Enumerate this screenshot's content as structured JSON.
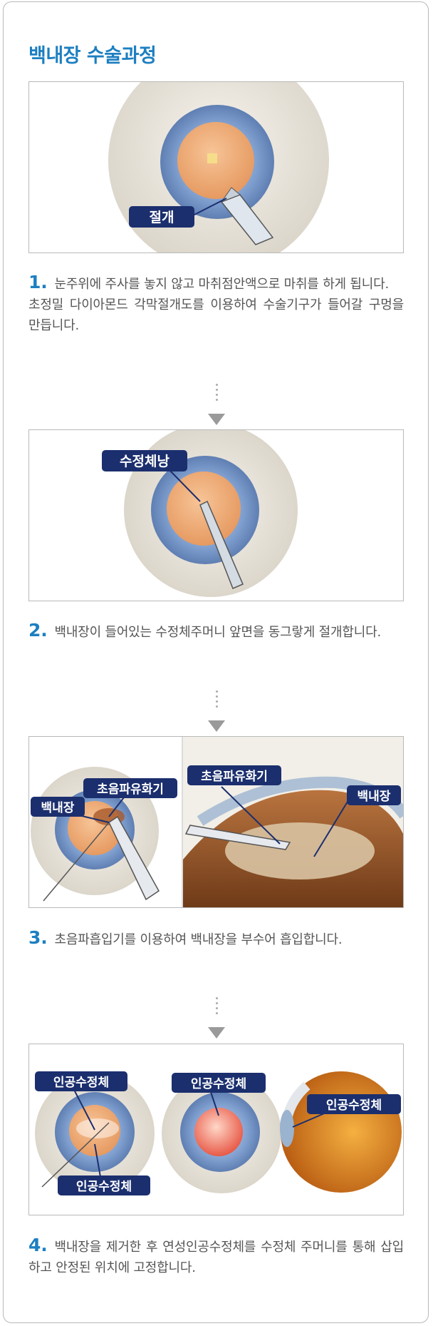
{
  "page": {
    "title": "백내장 수술과정"
  },
  "steps": [
    {
      "num": "1.",
      "text_line1": "눈주위에 주사를 놓지 않고 마취점안액으로 마취를 하게 됩니다.",
      "text_line2": "초정밀 다이아몬드 각막절개도를 이용하여 수술기구가 들어갈 구멍을 만듭니다.",
      "labels": [
        "절개"
      ]
    },
    {
      "num": "2.",
      "text_line1": "백내장이 들어있는 수정체주머니 앞면을 동그랗게 절개합니다.",
      "labels": [
        "수정체낭"
      ]
    },
    {
      "num": "3.",
      "text_line1": "초음파흡입기를 이용하여 백내장을 부수어 흡입합니다.",
      "labels": [
        "초음파유화기",
        "백내장",
        "초음파유화기",
        "백내장"
      ]
    },
    {
      "num": "4.",
      "text_line1": "백내장을 제거한 후 연성인공수정체를 수정체 주머니를 통해 삽입하고 안정된 위치에 고정합니다.",
      "labels": [
        "인공수정체",
        "인공수정체",
        "인공수정체",
        "인공수정체"
      ]
    }
  ],
  "colors": {
    "accent": "#1d7fc1",
    "tag": "#1b2f6e",
    "text": "#555555"
  }
}
